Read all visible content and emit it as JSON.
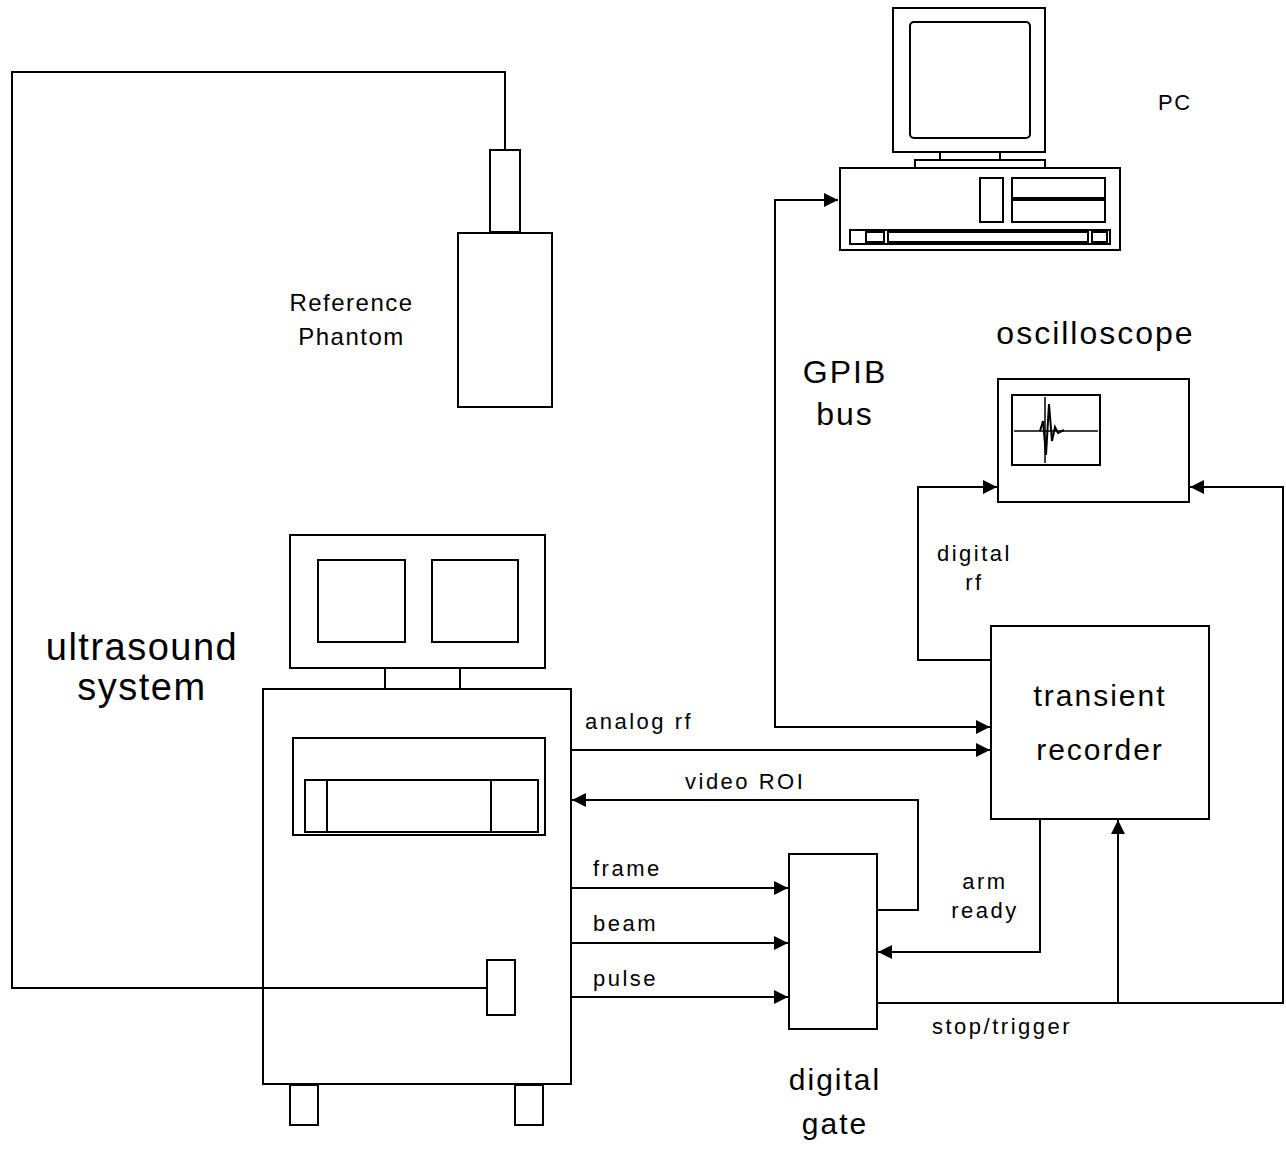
{
  "diagram": {
    "nodes": [
      {
        "text": [
          "PC"
        ]
      },
      {
        "text": [
          "Reference Phantom"
        ]
      },
      {
        "text": [
          "oscilloscope"
        ]
      },
      {
        "text": [
          "transient recorder"
        ]
      },
      {
        "text": [
          "ultrasound system"
        ]
      },
      {
        "text": [
          "digital gate"
        ]
      }
    ],
    "edges": [
      {
        "from": 1,
        "to": 4,
        "arrow": "none"
      },
      {
        "from": 0,
        "to": 3,
        "label": "GPIB bus",
        "arrow": "both"
      },
      {
        "from": 3,
        "to": 2,
        "label": "digital rf",
        "arrow": "to"
      },
      {
        "from": 4,
        "to": 3,
        "label": "analog rf",
        "arrow": "to"
      },
      {
        "from": 5,
        "to": 4,
        "label": "video ROI",
        "arrow": "to"
      },
      {
        "from": 4,
        "to": 5,
        "label": "frame",
        "arrow": "to"
      },
      {
        "from": 4,
        "to": 5,
        "label": "beam",
        "arrow": "to"
      },
      {
        "from": 4,
        "to": 5,
        "label": "pulse",
        "arrow": "to"
      },
      {
        "from": 3,
        "to": 5,
        "label": "arm ready",
        "arrow": "to"
      },
      {
        "from": 5,
        "to": 3,
        "label": "stop/trigger",
        "arrow": "to"
      },
      {
        "from": 5,
        "to": 2,
        "arrow": "to"
      }
    ]
  }
}
